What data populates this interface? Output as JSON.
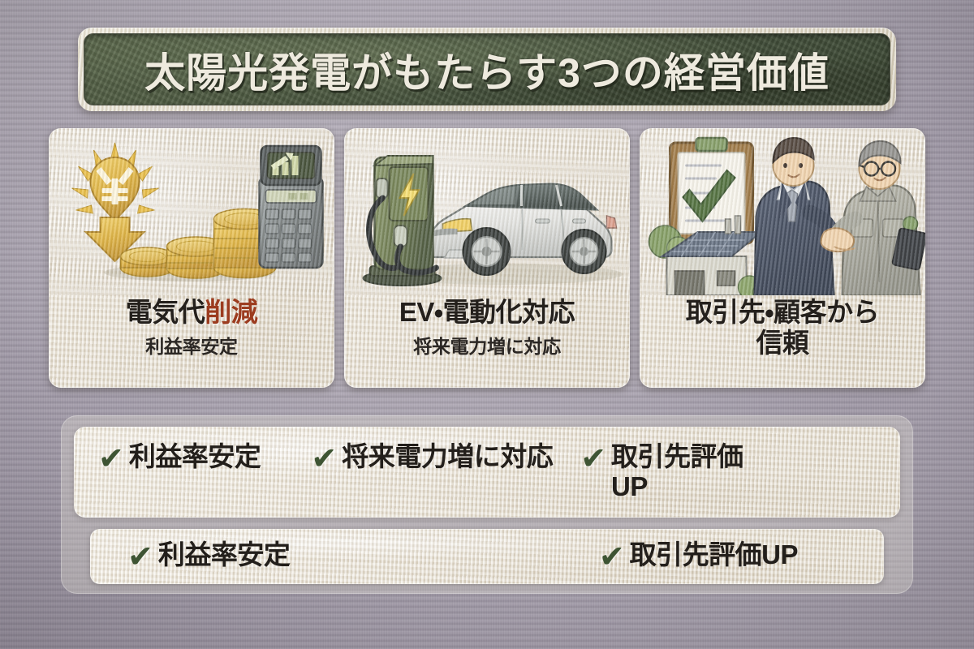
{
  "banner": {
    "title": "太陽光発電がもたらす3つの経営価値"
  },
  "cards": [
    {
      "heading_prefix": "電気代",
      "heading_accent": "削減",
      "subtitle": "利益率安定",
      "icons": [
        "yen-lightbulb-icon",
        "coin-stack-icon",
        "calculator-icon"
      ]
    },
    {
      "heading_prefix": "EV・電動化対応",
      "heading_accent": "",
      "subtitle": "将来電力増に対応",
      "icons": [
        "ev-charger-icon",
        "car-icon",
        "lightning-bolt-icon"
      ]
    },
    {
      "heading_prefix": "取引先・顧客から",
      "heading_accent": "",
      "heading_line2": "信頼",
      "subtitle": "",
      "icons": [
        "clipboard-check-icon",
        "handshake-icon",
        "solar-building-icon"
      ]
    }
  ],
  "checklist": {
    "row1": [
      {
        "mark": "✔",
        "label": "利益率安定"
      },
      {
        "mark": "✔",
        "label": "将来電力増に対応"
      },
      {
        "mark": "✔",
        "label": "取引先評価UP"
      }
    ],
    "row2": [
      {
        "mark": "✔",
        "label": "利益率安定"
      },
      {
        "mark": "✔",
        "label": "取引先評価UP"
      }
    ]
  },
  "colors": {
    "banner_plate": "#4a5740",
    "banner_frame": "#e3ddcf",
    "banner_text": "#eeeade",
    "card_paper": "#e9e4d8",
    "accent_red": "#9c3c1f",
    "check_green": "#3e5433",
    "body_text": "#231f1b",
    "background": "#a9a3b0"
  }
}
